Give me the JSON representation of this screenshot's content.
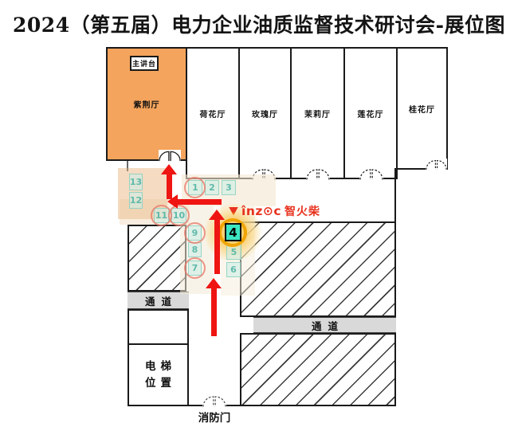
{
  "title": "2024（第五届）电力企业油质监督技术研讨会-展位图",
  "rooms": [
    {
      "name": "紫荆厅",
      "stage": "主讲台",
      "highlighted": true
    },
    {
      "name": "荷花厅"
    },
    {
      "name": "玫瑰厅"
    },
    {
      "name": "茉莉厅"
    },
    {
      "name": "莲花厅"
    },
    {
      "name": "桂花厅"
    }
  ],
  "booths": [
    {
      "num": "1",
      "circled": true
    },
    {
      "num": "2"
    },
    {
      "num": "3"
    },
    {
      "num": "4",
      "highlighted": true
    },
    {
      "num": "5"
    },
    {
      "num": "6"
    },
    {
      "num": "7",
      "circled": true
    },
    {
      "num": "8"
    },
    {
      "num": "9",
      "circled": true
    },
    {
      "num": "10",
      "circled": true
    },
    {
      "num": "11",
      "circled": true
    },
    {
      "num": "12"
    },
    {
      "num": "13"
    }
  ],
  "logo": {
    "mark": "down-triangle",
    "latin": "înz⊙c",
    "cjk": "智火柴",
    "color": "#E8321E"
  },
  "labels": {
    "aisle_left": "通道",
    "aisle_right": "通道",
    "elevator_line1": "电梯",
    "elevator_line2": "位置",
    "fire_door": "消防门"
  },
  "colors": {
    "highlight_room": "#F4A45C",
    "highlight_booth_fill": "#3DE6C3",
    "highlight_ring": "#F0A400",
    "route_arrow": "#EE1512",
    "aisle_bar": "#D9D9D9",
    "logo_red": "#E8321E"
  }
}
